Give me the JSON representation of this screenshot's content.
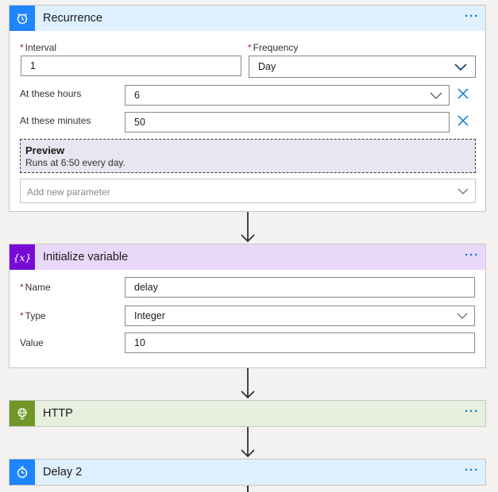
{
  "recurrence": {
    "title": "Recurrence",
    "more": "···",
    "interval_label": "Interval",
    "interval_value": "1",
    "frequency_label": "Frequency",
    "frequency_value": "Day",
    "hours_label": "At these hours",
    "hours_value": "6",
    "minutes_label": "At these minutes",
    "minutes_value": "50",
    "preview_title": "Preview",
    "preview_text": "Runs at 6:50 every day.",
    "add_param_placeholder": "Add new parameter",
    "header_color": "#dff0ff",
    "icon_color": "#1f85ff"
  },
  "init_variable": {
    "title": "Initialize variable",
    "more": "···",
    "icon_glyph": "{x}",
    "name_label": "Name",
    "name_value": "delay",
    "type_label": "Type",
    "type_value": "Integer",
    "value_label": "Value",
    "value_value": "10",
    "header_color": "#ead8fb",
    "icon_color": "#770bd6"
  },
  "http": {
    "title": "HTTP",
    "more": "···",
    "header_color": "#e7efdf",
    "icon_color": "#709727"
  },
  "delay2": {
    "title": "Delay 2",
    "more": "···",
    "header_color": "#dff0ff",
    "icon_color": "#1f85ff"
  },
  "icons": {
    "recurrence": "alarm-clock-icon",
    "variable": "variable-icon",
    "http": "globe-icon",
    "delay": "timer-icon",
    "dropdown": "chevron-down-icon",
    "remove": "close-icon",
    "connector": "arrow-down-icon"
  }
}
